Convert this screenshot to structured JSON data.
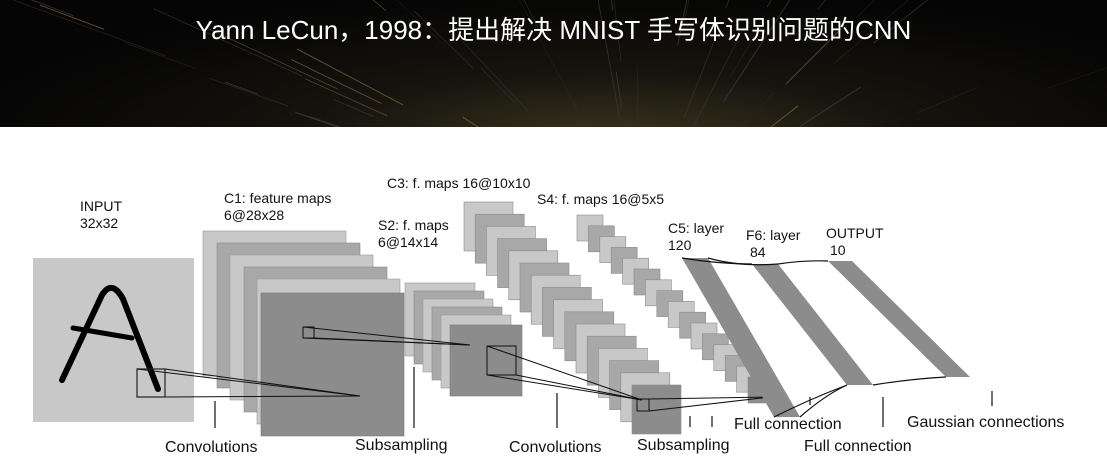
{
  "banner": {
    "title": "Yann LeCun，1998：提出解决 MNIST 手写体识别问题的CNN"
  },
  "diagram": {
    "input": {
      "name": "INPUT",
      "size": "32x32"
    },
    "c1": {
      "name": "C1: feature maps",
      "size": "6@28x28"
    },
    "s2": {
      "name": "S2: f. maps",
      "size": "6@14x14"
    },
    "c3": {
      "name": "C3: f. maps 16@10x10"
    },
    "s4": {
      "name": "S4: f. maps 16@5x5"
    },
    "c5": {
      "name": "C5: layer",
      "size": "120"
    },
    "f6": {
      "name": "F6: layer",
      "size": "84"
    },
    "output": {
      "name": "OUTPUT",
      "size": "10"
    },
    "ops": {
      "conv1": "Convolutions",
      "sub1": "Subsampling",
      "conv2": "Convolutions",
      "sub2": "Subsampling",
      "full1": "Full connection",
      "full2": "Full connection",
      "gauss": "Gaussian connections"
    }
  },
  "colors": {
    "banner_bg": "#0a0a0a",
    "map_light": "#c8c8c8",
    "map_mid": "#a8a8a8",
    "map_dark": "#8c8c8c",
    "ink": "#111111"
  }
}
